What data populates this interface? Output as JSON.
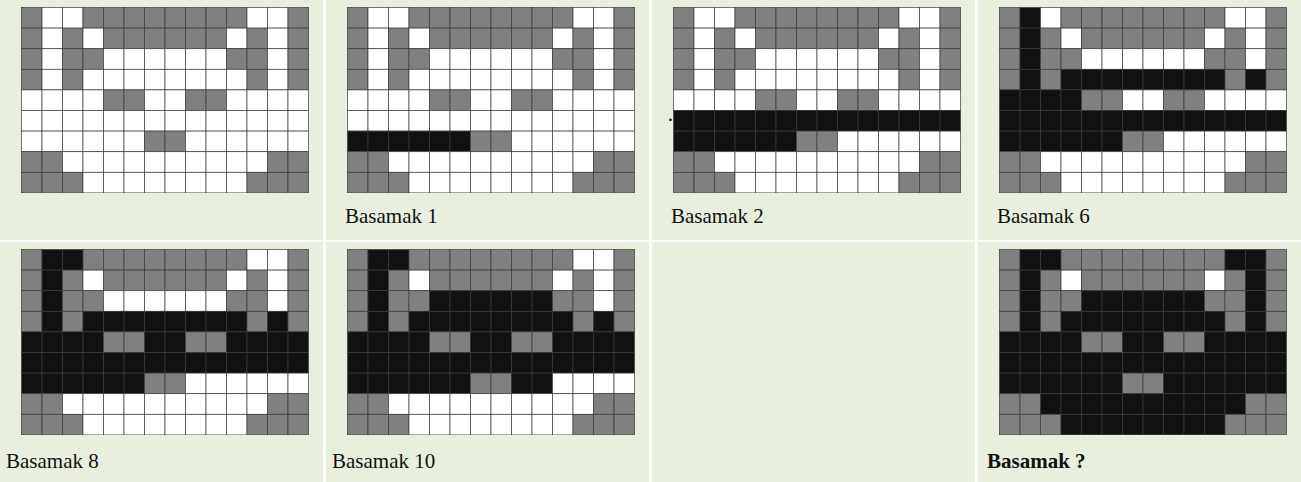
{
  "diagram": {
    "labels": [
      "Basamak 1",
      "Basamak 2",
      "Basamak 6",
      "Basamak 8",
      "Basamak 10",
      "…",
      "Basamak ?"
    ]
  }
}
